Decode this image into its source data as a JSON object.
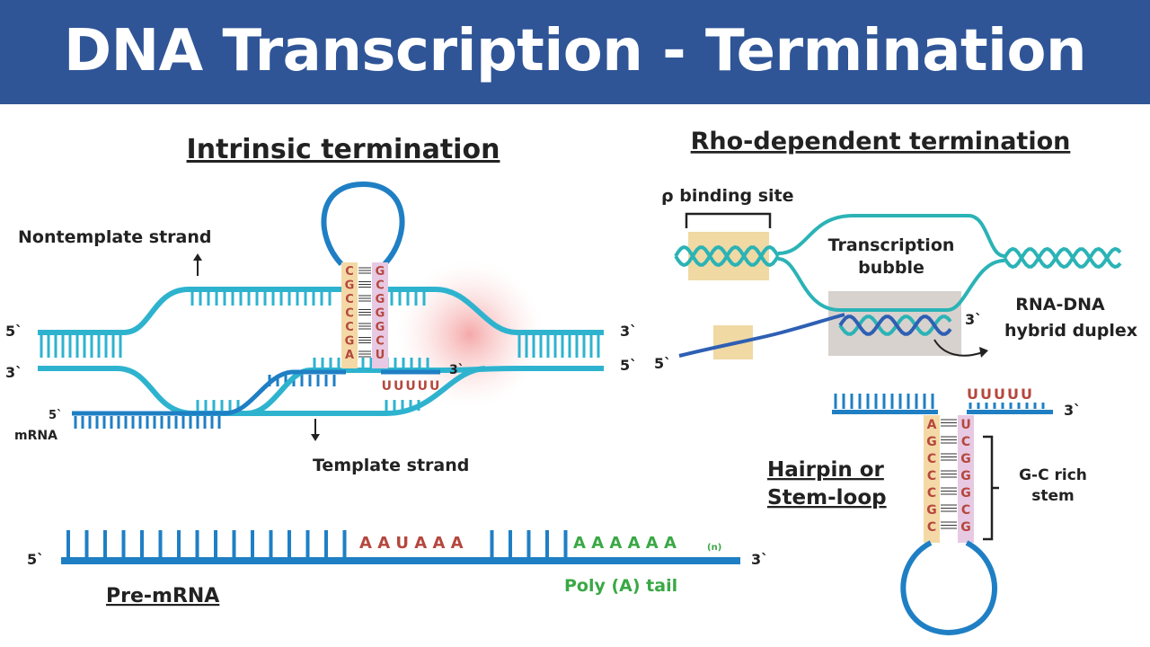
{
  "title": "DNA Transcription - Termination",
  "colors": {
    "banner": "#2f5597",
    "dna": "#2eb3cf",
    "rna": "#1f7fc4",
    "nucleotide_red": "#b5473d",
    "nucleotide_green": "#3aa845"
  },
  "intrinsic": {
    "heading": "Intrinsic termination",
    "nontemplate_label": "Nontemplate strand",
    "template_label": "Template strand",
    "mrna_label": "mRNA",
    "prime5": "5`",
    "prime3": "3`",
    "stem_left": [
      "C",
      "G",
      "C",
      "C",
      "C",
      "G",
      "A"
    ],
    "stem_right": [
      "G",
      "C",
      "G",
      "G",
      "G",
      "C",
      "U"
    ],
    "tail": "UUUUU"
  },
  "premrna": {
    "label": "Pre-mRNA",
    "seq_red": "A A U A A A",
    "seq_green": "A A A A A A",
    "subscript": "(n)",
    "tail_label": "Poly (A) tail",
    "prime5": "5`",
    "prime3": "3`"
  },
  "rho": {
    "heading": "Rho-dependent termination",
    "binding_site": "ρ binding site",
    "bubble_line1": "Transcription",
    "bubble_line2": "bubble",
    "hybrid_line1": "RNA-DNA",
    "hybrid_line2": "hybrid duplex",
    "prime5": "5`",
    "prime3": "3`"
  },
  "hairpin": {
    "label_line1": "Hairpin or",
    "label_line2": "Stem-loop",
    "gc_line1": "G-C rich",
    "gc_line2": "stem",
    "tail": "UUUUU",
    "prime3": "3`",
    "stem_left": [
      "A",
      "G",
      "C",
      "C",
      "C",
      "G",
      "C"
    ],
    "stem_right": [
      "U",
      "C",
      "G",
      "G",
      "G",
      "C",
      "G"
    ]
  }
}
